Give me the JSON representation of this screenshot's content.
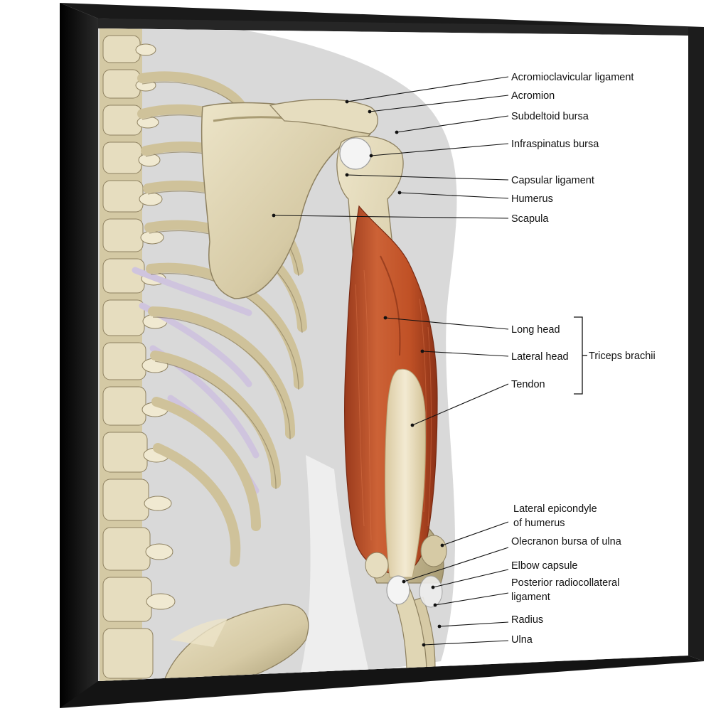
{
  "labels": {
    "acromioclavicular_ligament": "Acromioclavicular ligament",
    "acromion": "Acromion",
    "subdeltoid_bursa": "Subdeltoid bursa",
    "infraspinatus_bursa": "Infraspinatus bursa",
    "capsular_ligament": "Capsular ligament",
    "humerus": "Humerus",
    "scapula": "Scapula",
    "long_head": "Long head",
    "lateral_head": "Lateral head",
    "tendon": "Tendon",
    "triceps_brachii": "Triceps brachii",
    "lateral_epicondyle_line1": "Lateral epicondyle",
    "lateral_epicondyle_line2": "of humerus",
    "olecranon_bursa": "Olecranon bursa of ulna",
    "elbow_capsule": "Elbow capsule",
    "posterior_radiocollateral_line1": "Posterior radiocollateral",
    "posterior_radiocollateral_line2": "ligament",
    "radius": "Radius",
    "ulna": "Ulna"
  },
  "colors": {
    "frame": "#111111",
    "silhouette": "#d9d9d9",
    "bone": "#ddd3b2",
    "bone_shadow": "#a99c74",
    "muscle": "#c4582e",
    "muscle_dark": "#8f3318",
    "tendon": "#efe4c8",
    "cartilage": "#f4f4f4",
    "costal_cartilage": "#cfc4de"
  }
}
